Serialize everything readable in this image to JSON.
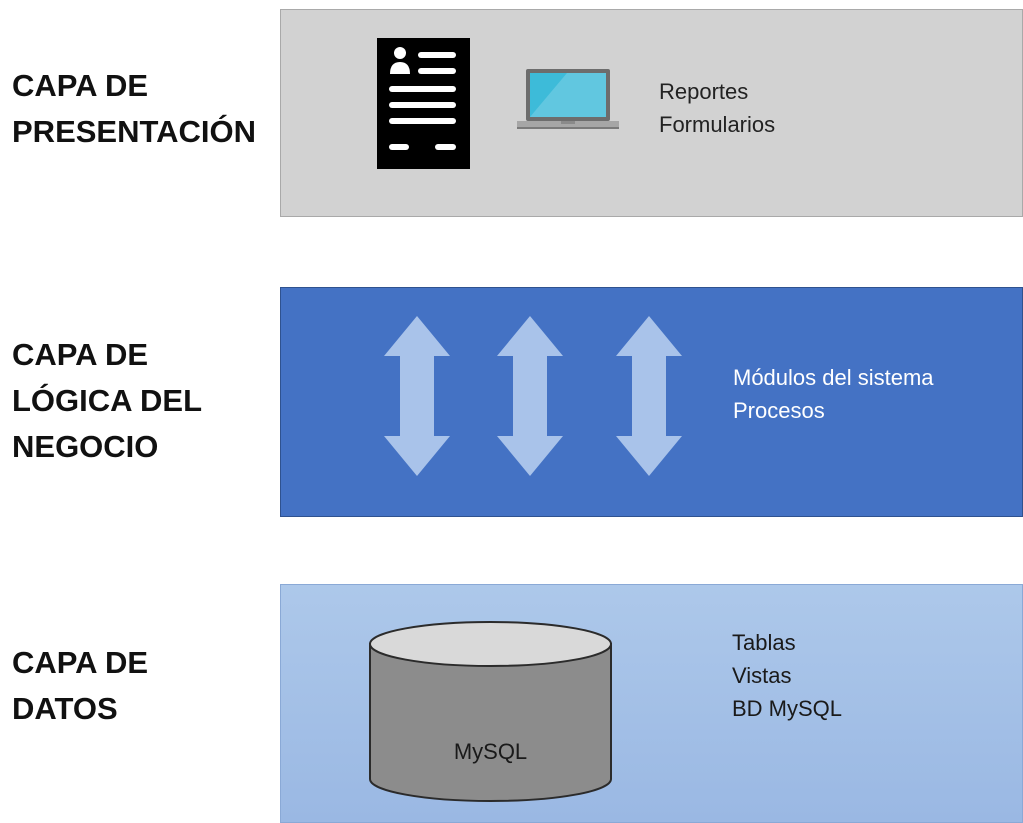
{
  "layers": [
    {
      "label_lines": [
        "CAPA DE",
        "PRESENTACIÓN"
      ],
      "items": [
        "Reportes",
        "Formularios"
      ],
      "icons": [
        "form-document-icon",
        "laptop-icon"
      ]
    },
    {
      "label_lines": [
        "CAPA DE",
        "LÓGICA DEL",
        "NEGOCIO"
      ],
      "items": [
        "Módulos del sistema",
        "Procesos"
      ],
      "icons": [
        "double-arrow-icon",
        "double-arrow-icon",
        "double-arrow-icon"
      ]
    },
    {
      "label_lines": [
        "CAPA DE",
        "DATOS"
      ],
      "items": [
        "Tablas",
        "Vistas",
        "BD MySQL"
      ],
      "icons": [
        "database-cylinder-icon"
      ],
      "database_label": "MySQL"
    }
  ],
  "colors": {
    "presentation_band": "#d2d2d2",
    "logic_band": "#4472c4",
    "data_band": "#a3c0e7",
    "arrow": "#a9c3ea",
    "cylinder": "#8c8c8c"
  }
}
